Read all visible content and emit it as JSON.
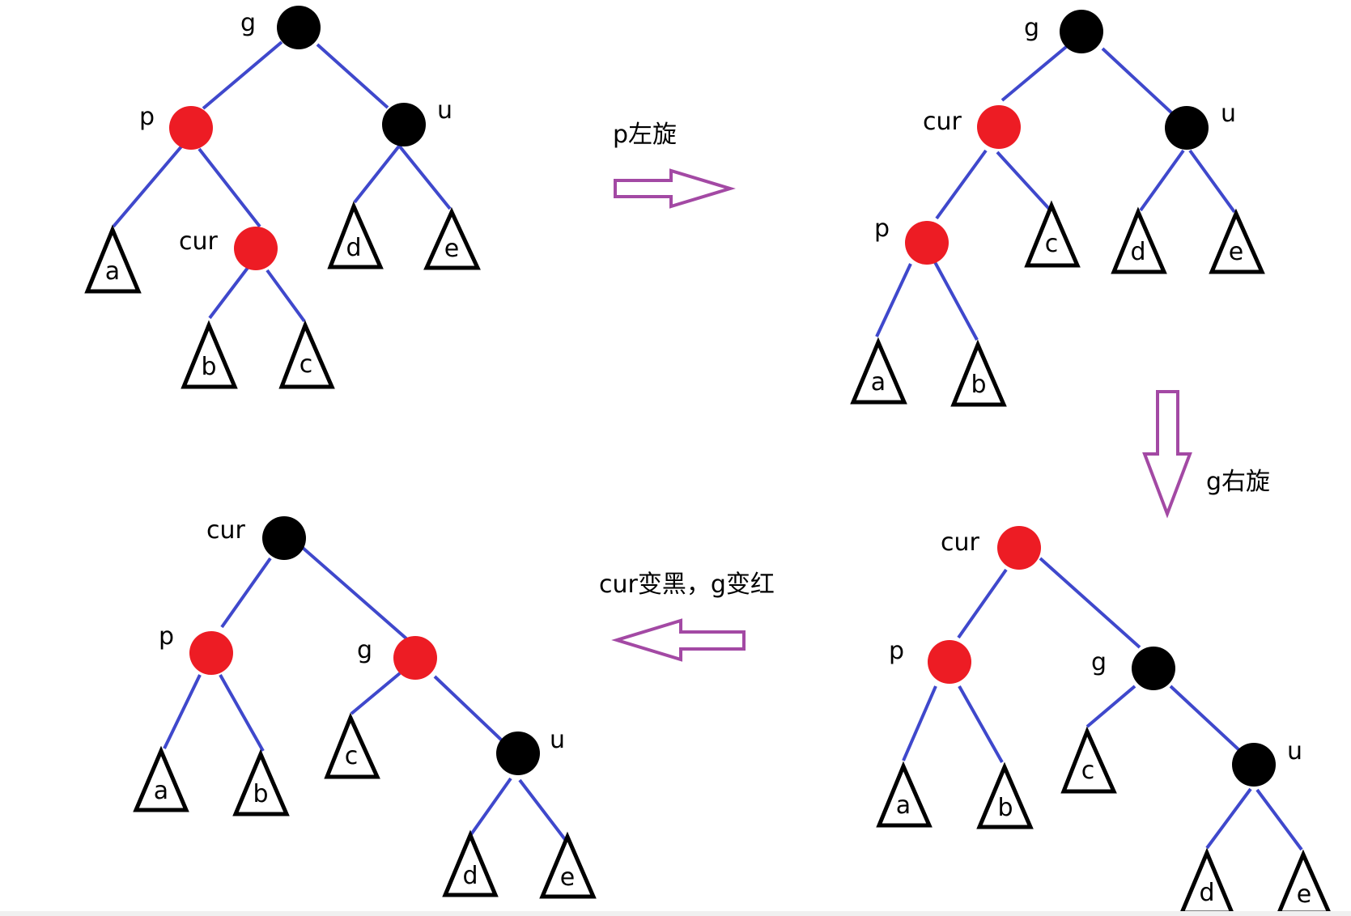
{
  "colors": {
    "edge": "#3f48cc",
    "red_node": "#ed1c24",
    "black_node": "#000000",
    "arrow": "#a349a4"
  },
  "steps": {
    "step1_label": "p左旋",
    "step2_label": "g右旋",
    "step3_label": "cur变黑，g变红"
  },
  "trees": [
    {
      "id": "tree-initial",
      "nodes": [
        {
          "key": "g",
          "color": "black"
        },
        {
          "key": "p",
          "color": "red"
        },
        {
          "key": "u",
          "color": "black"
        },
        {
          "key": "cur",
          "color": "red"
        }
      ],
      "subtrees": [
        "a",
        "b",
        "c",
        "d",
        "e"
      ]
    },
    {
      "id": "tree-after-left-rotation",
      "nodes": [
        {
          "key": "g",
          "color": "black"
        },
        {
          "key": "cur",
          "color": "red"
        },
        {
          "key": "u",
          "color": "black"
        },
        {
          "key": "p",
          "color": "red"
        }
      ],
      "subtrees": [
        "a",
        "b",
        "c",
        "d",
        "e"
      ]
    },
    {
      "id": "tree-after-right-rotation",
      "nodes": [
        {
          "key": "cur",
          "color": "red"
        },
        {
          "key": "p",
          "color": "red"
        },
        {
          "key": "g",
          "color": "black"
        },
        {
          "key": "u",
          "color": "black"
        }
      ],
      "subtrees": [
        "a",
        "b",
        "c",
        "d",
        "e"
      ]
    },
    {
      "id": "tree-after-recolor",
      "nodes": [
        {
          "key": "cur",
          "color": "black"
        },
        {
          "key": "p",
          "color": "red"
        },
        {
          "key": "g",
          "color": "red"
        },
        {
          "key": "u",
          "color": "black"
        }
      ],
      "subtrees": [
        "a",
        "b",
        "c",
        "d",
        "e"
      ]
    }
  ]
}
